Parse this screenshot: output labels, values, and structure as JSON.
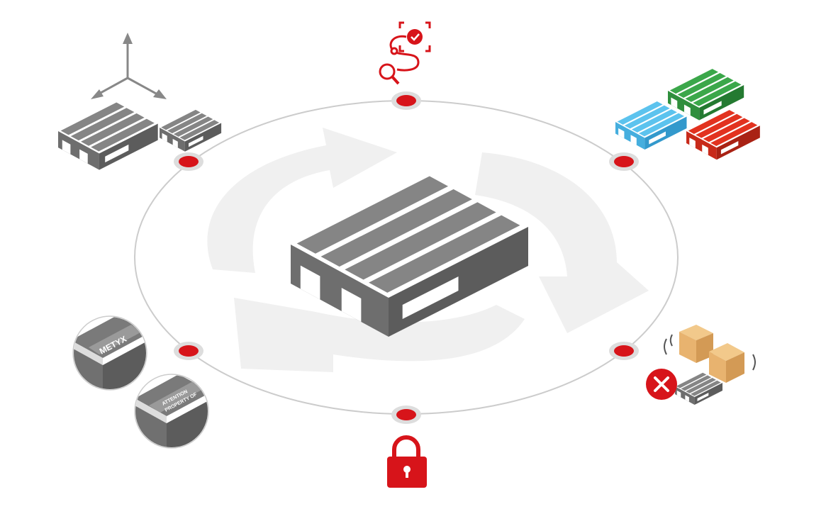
{
  "title": "Pallet lifecycle diagram",
  "labels": {
    "brand_tag": "METYX",
    "property_tag_line1": "ATTENTION",
    "property_tag_line2": "PROPERTY OF"
  },
  "stages": [
    {
      "name": "dimensions",
      "icon": "axes-icon"
    },
    {
      "name": "tracking",
      "icon": "route-search-icon"
    },
    {
      "name": "colors",
      "icon": "colored-pallets-icon"
    },
    {
      "name": "damage",
      "icon": "falling-boxes-icon"
    },
    {
      "name": "security",
      "icon": "lock-icon"
    },
    {
      "name": "branding",
      "icon": "branded-pallet-icon"
    }
  ],
  "colors": {
    "accent": "#d7141a",
    "ring": "#cccccc",
    "arrows": "#f0f0f0",
    "pallet_top": "#858585",
    "pallet_left": "#6e6e6e",
    "pallet_right": "#5c5c5c",
    "green": "#3ba74a",
    "blue": "#5cc3ee",
    "red": "#e2321f",
    "box": "#e8b36f"
  }
}
